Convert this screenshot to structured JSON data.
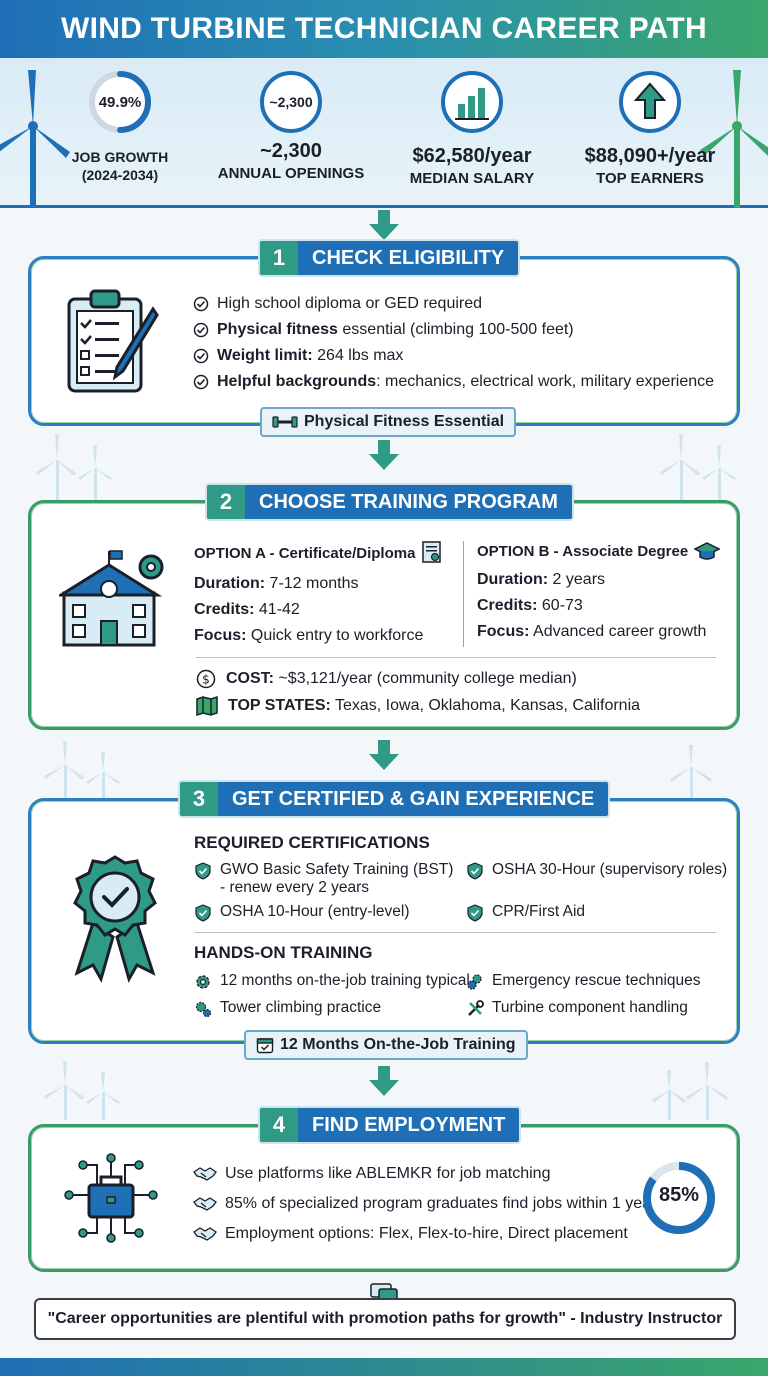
{
  "header": {
    "title": "WIND TURBINE TECHNICIAN CAREER PATH"
  },
  "stats": [
    {
      "icon_text": "49.9%",
      "value": "",
      "label": "JOB GROWTH\n(2024-2034)",
      "progress": 0.499
    },
    {
      "icon_text": "~2,300",
      "value": "~2,300",
      "label": "ANNUAL OPENINGS"
    },
    {
      "icon_text": "",
      "value": "$62,580/year",
      "label": "MEDIAN SALARY"
    },
    {
      "icon_text": "",
      "value": "$88,090+/year",
      "label": "TOP EARNERS"
    }
  ],
  "step1": {
    "number": "1",
    "title": "CHECK ELIGIBILITY",
    "items": [
      {
        "bold": "",
        "text": "High school diploma or GED required"
      },
      {
        "bold": "Physical fitness",
        "text": " essential (climbing 100-500 feet)"
      },
      {
        "bold": "Weight limit:",
        "text": " 264 lbs max"
      },
      {
        "bold": "Helpful backgrounds",
        "text": ": mechanics, electrical work, military experience"
      }
    ],
    "badge": "Physical Fitness Essential"
  },
  "step2": {
    "number": "2",
    "title": "CHOOSE TRAINING PROGRAM",
    "option_a": {
      "heading": "OPTION A - Certificate/Diploma",
      "duration_label": "Duration:",
      "duration": " 7-12 months",
      "credits_label": "Credits:",
      "credits": " 41-42",
      "focus_label": "Focus:",
      "focus": " Quick entry to workforce"
    },
    "option_b": {
      "heading": "OPTION B - Associate Degree",
      "duration_label": "Duration:",
      "duration": " 2 years",
      "credits_label": "Credits:",
      "credits": " 60-73",
      "focus_label": "Focus:",
      "focus": " Advanced career growth"
    },
    "cost_label": "COST:",
    "cost": " ~$3,121/year (community college median)",
    "states_label": "TOP STATES:",
    "states": " Texas, Iowa, Oklahoma, Kansas, California"
  },
  "step3": {
    "number": "3",
    "title": "GET CERTIFIED & GAIN EXPERIENCE",
    "certs_heading": "REQUIRED CERTIFICATIONS",
    "certs": [
      "GWO Basic Safety Training (BST)\n- renew every 2 years",
      "OSHA 30-Hour (supervisory roles)",
      "OSHA 10-Hour (entry-level)",
      "CPR/First Aid"
    ],
    "training_heading": "HANDS-ON TRAINING",
    "training": [
      "12 months on-the-job training typical",
      "Emergency rescue techniques",
      "Tower climbing practice",
      "Turbine component handling"
    ],
    "badge": "12 Months On-the-Job Training"
  },
  "step4": {
    "number": "4",
    "title": "FIND EMPLOYMENT",
    "items": [
      "Use platforms like ABLEMKR for job matching",
      "85% of specialized program graduates find jobs within 1 year",
      "Employment options: Flex, Flex-to-hire, Direct placement"
    ],
    "ring_label": "85%",
    "ring_value": 0.85
  },
  "quote": "\"Career opportunities are plentiful with promotion paths for growth\" - Industry Instructor",
  "colors": {
    "blue": "#1f6fb6",
    "teal": "#2f9a86",
    "green": "#3aa66b"
  }
}
